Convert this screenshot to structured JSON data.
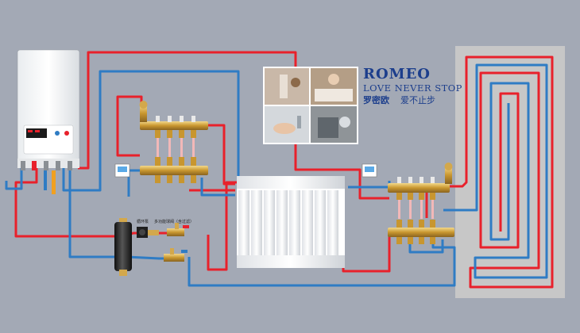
{
  "brand": {
    "name": "ROMEO",
    "tagline": "LOVE NEVER STOP",
    "cn_name": "罗密欧",
    "cn_slogan": "爱不止步"
  },
  "labels": {
    "pump": "循环泵",
    "filter_valve": "多功能球阀（含过滤）"
  },
  "colors": {
    "supply": "#e8212b",
    "return": "#2f7cc4",
    "background": "#a3a9b5",
    "brass": "#d3a84c",
    "floor_panel": "#c7c7c7"
  }
}
